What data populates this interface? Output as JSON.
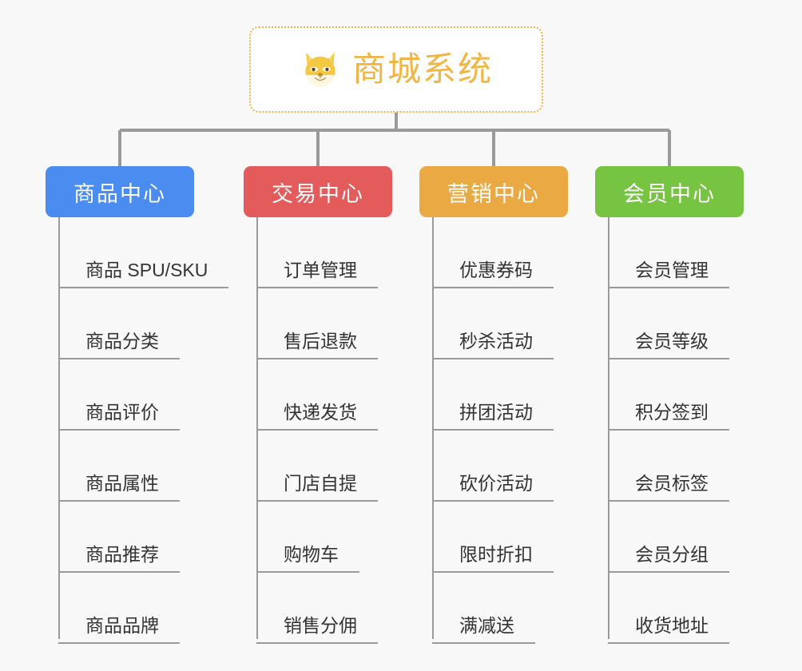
{
  "root": {
    "title": "商城系统",
    "icon": "shiba-dog-face-emoji",
    "text_color": "#f2b544",
    "border_color": "#f0b242",
    "background": "#ffffff"
  },
  "canvas": {
    "background": "#f8f8f8",
    "connector_color": "#9a9a9a",
    "leaf_text_color": "#333333",
    "leaf_rule_color": "#9a9a9a"
  },
  "branches": [
    {
      "label": "商品中心",
      "color": "#4a8cf0",
      "items": [
        "商品 SPU/SKU",
        "商品分类",
        "商品评价",
        "商品属性",
        "商品推荐",
        "商品品牌"
      ]
    },
    {
      "label": "交易中心",
      "color": "#e45b5b",
      "items": [
        "订单管理",
        "售后退款",
        "快递发货",
        "门店自提",
        "购物车",
        "销售分佣"
      ]
    },
    {
      "label": "营销中心",
      "color": "#eaa943",
      "items": [
        "优惠券码",
        "秒杀活动",
        "拼团活动",
        "砍价活动",
        "限时折扣",
        "满减送"
      ]
    },
    {
      "label": "会员中心",
      "color": "#77c342",
      "items": [
        "会员管理",
        "会员等级",
        "积分签到",
        "会员标签",
        "会员分组",
        "收货地址"
      ]
    }
  ]
}
